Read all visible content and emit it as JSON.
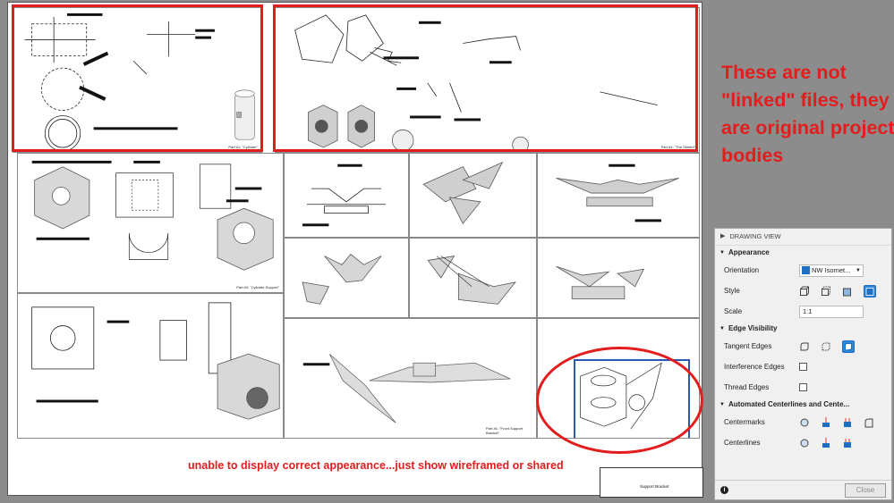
{
  "annotations": {
    "note_right": "These are not \"linked\" files, they are original project bodies",
    "note_bottom": "unable to display correct appearance...just show wireframed or shared"
  },
  "drawing": {
    "captions": {
      "cylinder": "Part #1: \"Cylinder\"",
      "skirted": "Part #4: \"The Skirted\"",
      "cylinder_support": "Part #3: \"Cylinder Support\"",
      "front_support": "Part #1: \"Front Support Bracket\""
    },
    "title_block_text": "Support Bracket"
  },
  "panel": {
    "header": "DRAWING VIEW",
    "appearance": {
      "section": "Appearance",
      "orientation_label": "Orientation",
      "orientation_value": "NW Isomet...",
      "style_label": "Style",
      "scale_label": "Scale",
      "scale_value": "1:1"
    },
    "edge_visibility": {
      "section": "Edge Visibility",
      "tangent_label": "Tangent Edges",
      "interference_label": "Interference Edges",
      "thread_label": "Thread Edges"
    },
    "centerlines": {
      "section": "Automated Centerlines and Cente...",
      "centermarks_label": "Centermarks",
      "centerlines_label": "Centerlines"
    },
    "footer": {
      "info_icon": "info-icon",
      "close_label": "Close"
    },
    "accent_color": "#1d6fc4"
  },
  "colors": {
    "annotation_red": "#e31d1d",
    "selection_blue": "#2b58b3",
    "background_gray": "#8c8c8c"
  }
}
